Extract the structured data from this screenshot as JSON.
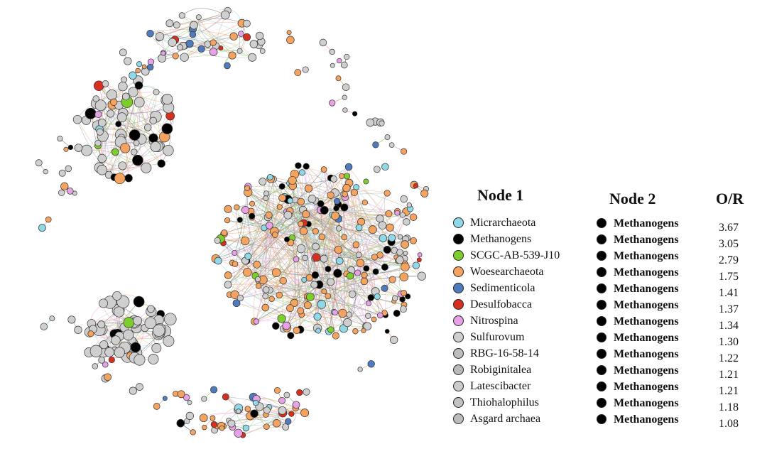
{
  "headers": {
    "node1": "Node 1",
    "node2": "Node 2",
    "or": "O/R"
  },
  "rows": [
    {
      "node1": "Micrarchaeota",
      "color1": "#8fd8e8",
      "node2": "Methanogens",
      "or": "3.67"
    },
    {
      "node1": "Methanogens",
      "color1": "#000000",
      "node2": "Methanogens",
      "or": "3.05"
    },
    {
      "node1": "SCGC-AB-539-J10",
      "color1": "#7ccf2a",
      "node2": "Methanogens",
      "or": "2.79"
    },
    {
      "node1": "Woesearchaeota",
      "color1": "#f4a460",
      "node2": "Methanogens",
      "or": "1.75"
    },
    {
      "node1": "Sedimenticola",
      "color1": "#4f7bbd",
      "node2": "Methanogens",
      "or": "1.41"
    },
    {
      "node1": "Desulfobacca",
      "color1": "#d83020",
      "node2": "Methanogens",
      "or": "1.37"
    },
    {
      "node1": "Nitrospina",
      "color1": "#e7a2e7",
      "node2": "Methanogens",
      "or": "1.34"
    },
    {
      "node1": "Sulfurovum",
      "color1": "#cfcfcf",
      "node2": "Methanogens",
      "or": "1.30"
    },
    {
      "node1": "RBG-16-58-14",
      "color1": "#bdbdbd",
      "node2": "Methanogens",
      "or": "1.22"
    },
    {
      "node1": "Robiginitalea",
      "color1": "#b9b9b9",
      "node2": "Methanogens",
      "or": "1.21"
    },
    {
      "node1": "Latescibacter",
      "color1": "#cccccc",
      "node2": "Methanogens",
      "or": "1.21"
    },
    {
      "node1": "Thiohalophilus",
      "color1": "#c2c2c2",
      "node2": "Methanogens",
      "or": "1.18"
    },
    {
      "node1": "Asgard archaea",
      "color1": "#bcbcbc",
      "node2": "Methanogens",
      "or": "1.08"
    }
  ],
  "node2_color": "#000000"
}
